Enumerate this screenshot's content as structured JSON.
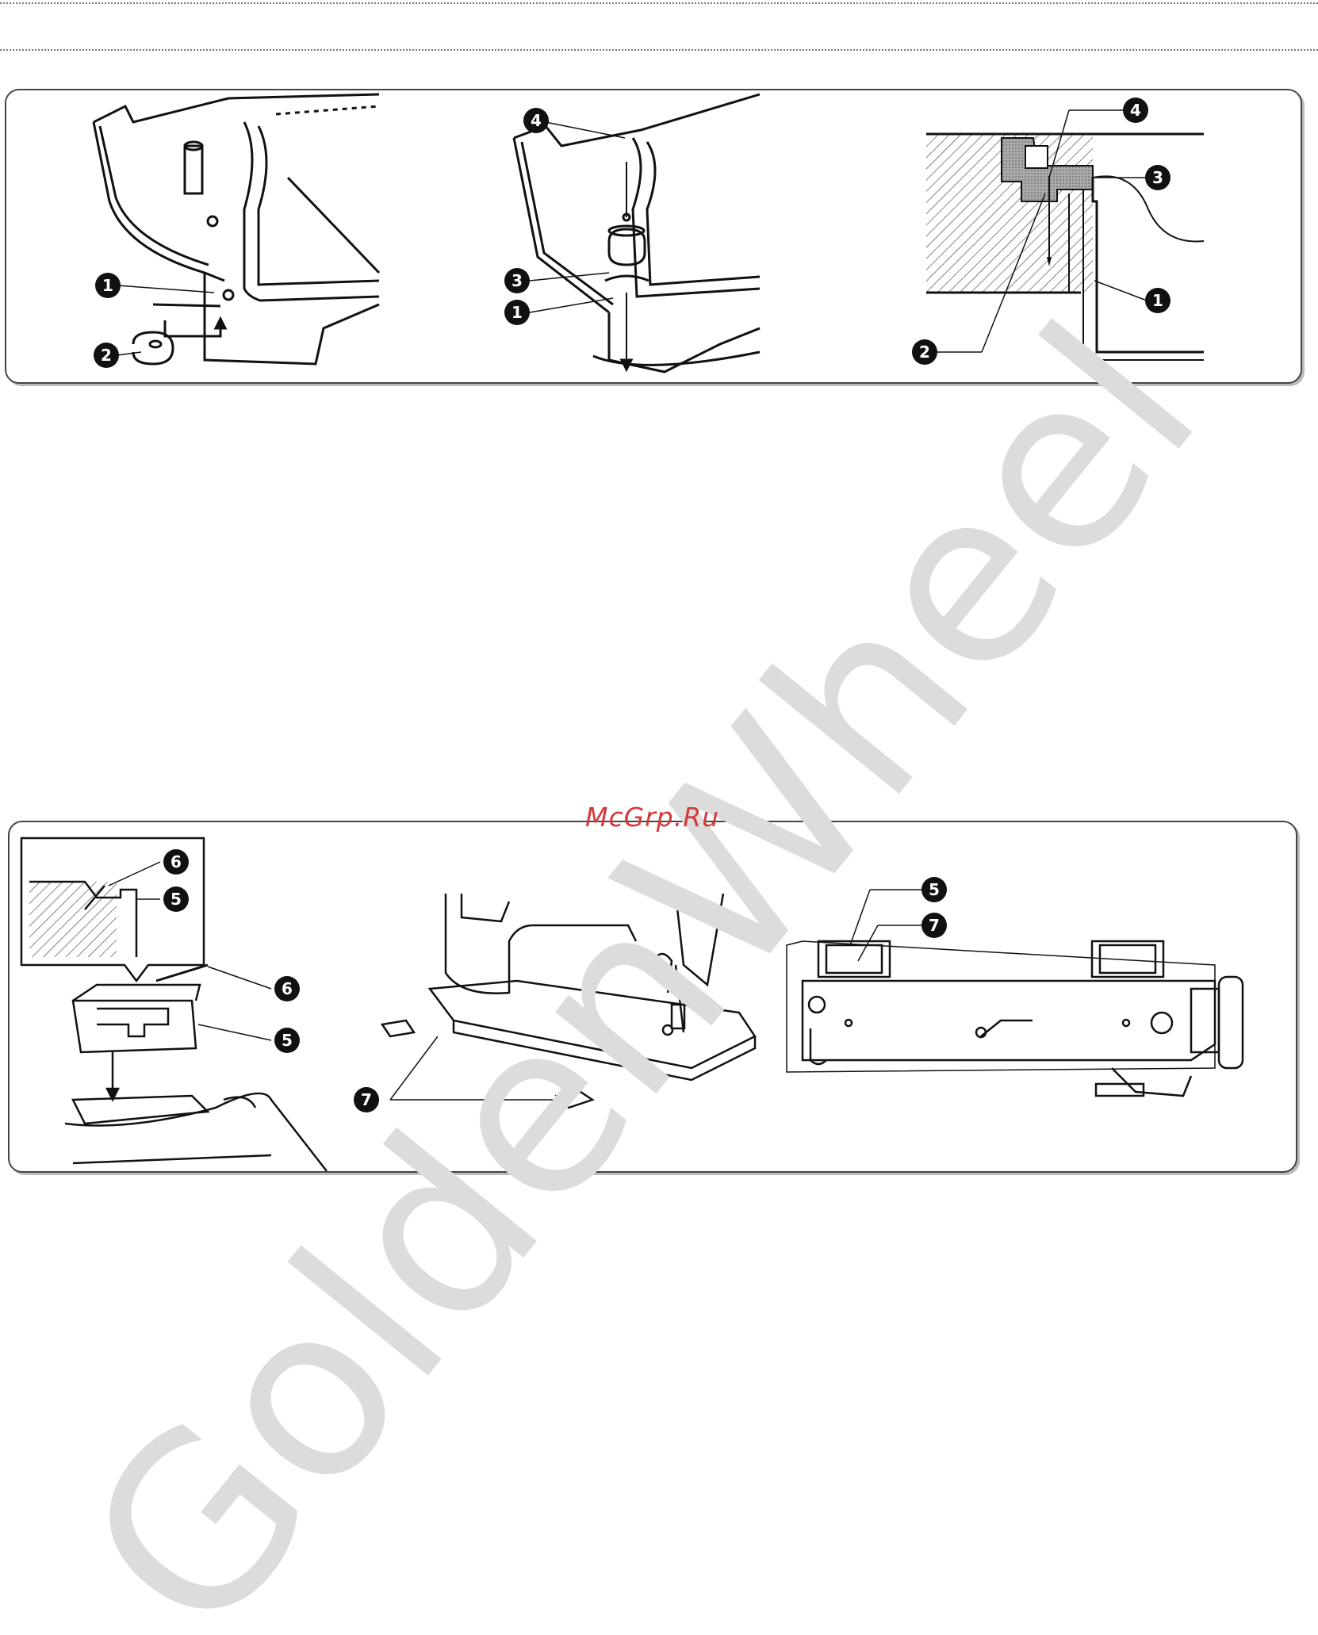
{
  "site_label": "McGrp.Ru",
  "watermark_text": "GoldenWheel",
  "panel_top": {
    "fig1_callouts": [
      "1",
      "2"
    ],
    "fig2_callouts": [
      "4",
      "3",
      "1"
    ],
    "fig3_callouts": [
      "4",
      "3",
      "1",
      "2"
    ]
  },
  "panel_bottom": {
    "fig1_callouts": [
      "6",
      "5",
      "6",
      "5"
    ],
    "fig2_callouts": [
      "7"
    ],
    "fig3_callouts": [
      "5",
      "7"
    ]
  },
  "colors": {
    "ink": "#111111",
    "watermark": "#dcdcdc",
    "site_label": "#d33a3a"
  }
}
